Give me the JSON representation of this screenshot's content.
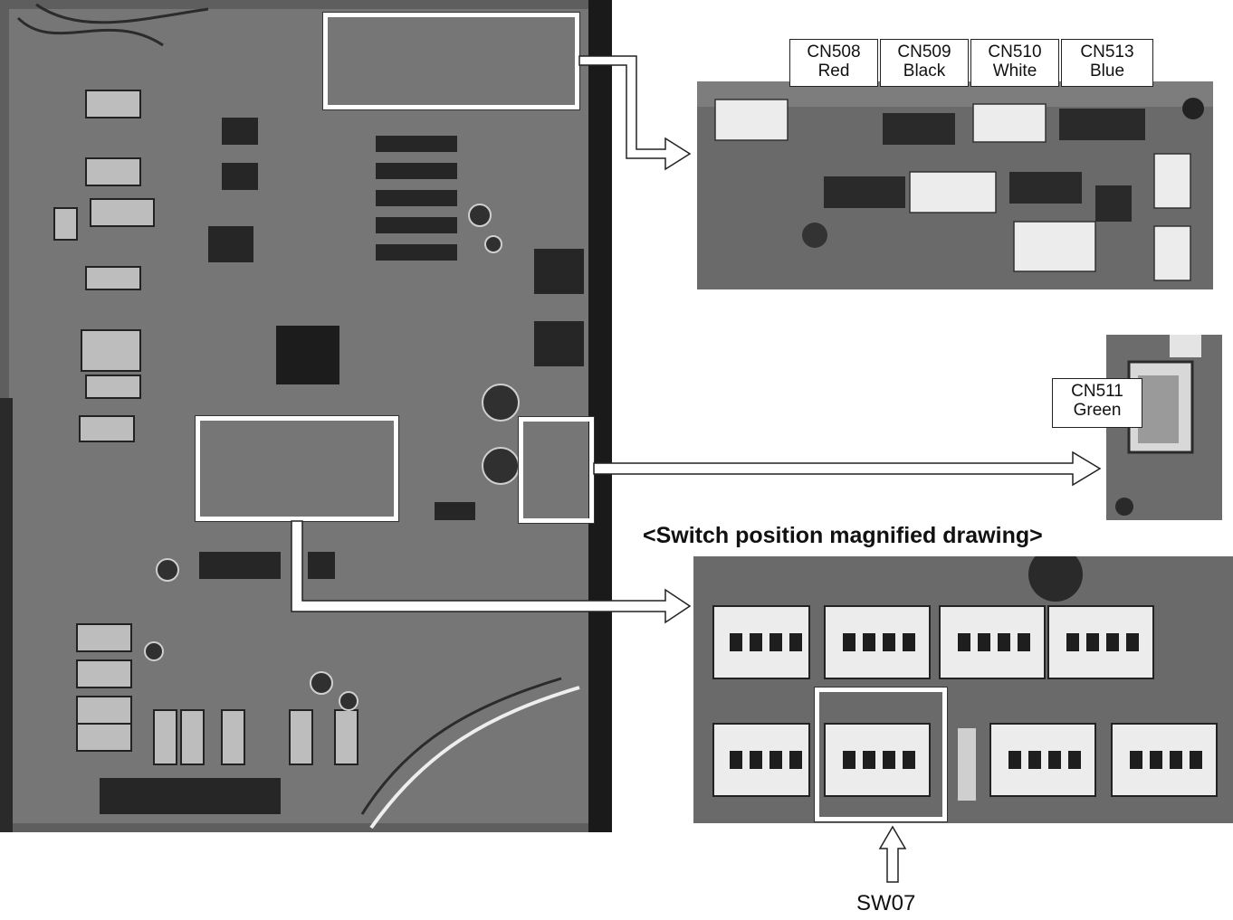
{
  "connector_labels": {
    "cn508": {
      "name": "CN508",
      "color": "Red"
    },
    "cn509": {
      "name": "CN509",
      "color": "Black"
    },
    "cn510": {
      "name": "CN510",
      "color": "White"
    },
    "cn513": {
      "name": "CN513",
      "color": "Blue"
    },
    "cn511": {
      "name": "CN511",
      "color": "Green"
    }
  },
  "switch_heading": "<Switch position magnified drawing>",
  "sw07_label": "SW07",
  "colors": {
    "pcb_gray": "#6b6b6b",
    "callout_frame": "#ffffff",
    "text": "#111111"
  }
}
